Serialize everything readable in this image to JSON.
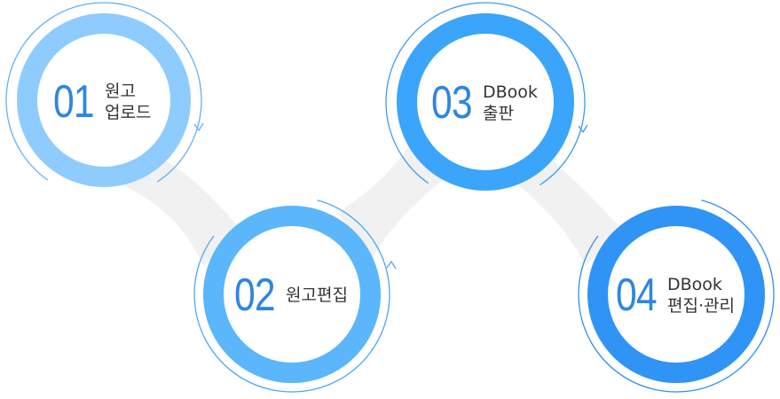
{
  "steps": [
    {
      "number": "01",
      "lines": [
        "원고",
        "업로드"
      ],
      "ring_color": "#8ecbff",
      "arc_color": "#5fb2f5"
    },
    {
      "number": "02",
      "lines": [
        "원고편집"
      ],
      "ring_color": "#5bb6fb",
      "arc_color": "#4aa8f2"
    },
    {
      "number": "03",
      "lines": [
        "DBook",
        "출판"
      ],
      "ring_color": "#3aa5fa",
      "arc_color": "#3a9cf0"
    },
    {
      "number": "04",
      "lines": [
        "DBook",
        "편집·관리"
      ],
      "ring_color": "#2f94f5",
      "arc_color": "#2f8fee"
    }
  ],
  "colors": {
    "connector": "#f1f1f1",
    "number": "#2e86e0",
    "text": "#333333",
    "inner": "#ffffff"
  }
}
